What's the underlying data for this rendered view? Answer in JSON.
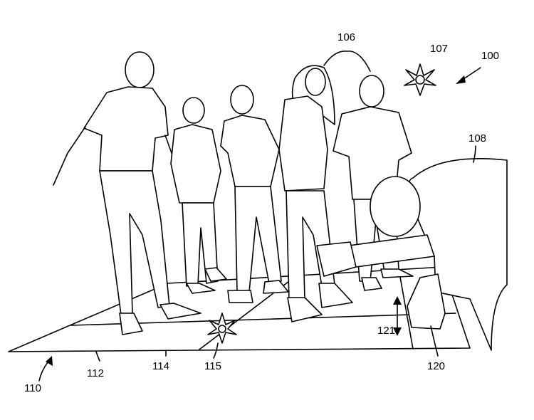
{
  "figure": {
    "labels": {
      "system": "100",
      "people_group": "106",
      "light_effect": "107",
      "user": "108",
      "floor_surface": "110",
      "floor_region_a": "112",
      "floor_region_b": "114",
      "floor_effect": "115",
      "hand_device": "120",
      "motion_arrow": "121"
    }
  }
}
